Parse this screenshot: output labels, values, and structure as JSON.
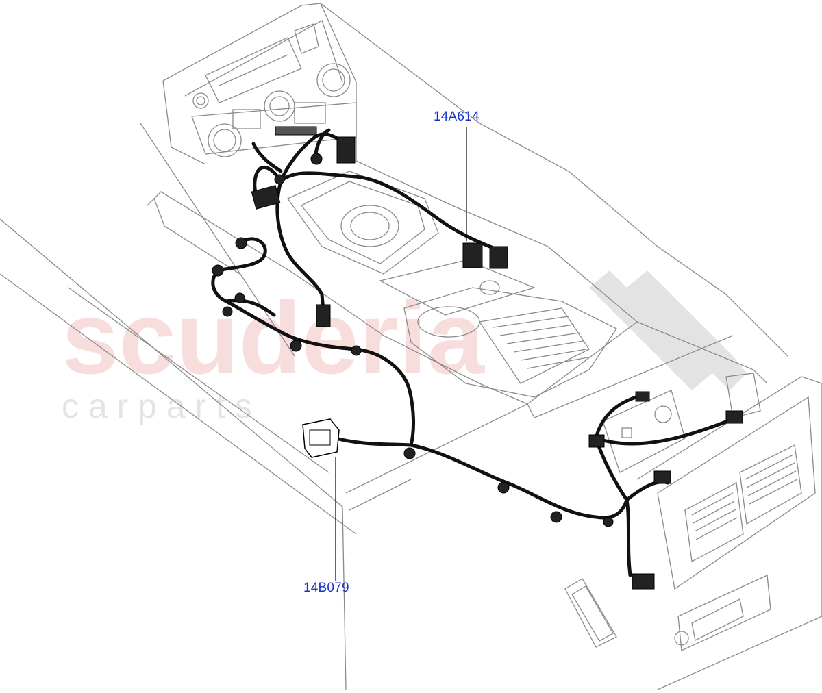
{
  "watermark": {
    "brand": "scuderia",
    "tagline": "c a r p a r t s"
  },
  "callouts": [
    {
      "id": "upper-harness",
      "label": "14A614"
    },
    {
      "id": "lower-harness",
      "label": "14B079"
    }
  ],
  "colors": {
    "line_art": "#8a8a8a",
    "harness": "#111111",
    "callout_text": "#1a33c8",
    "leader": "#000000"
  }
}
